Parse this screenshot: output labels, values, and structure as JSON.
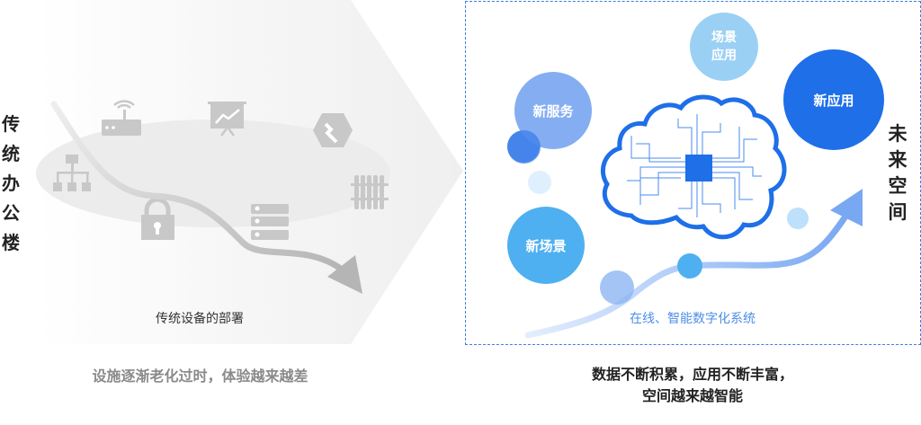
{
  "left": {
    "title": "传统办公楼",
    "device_caption": "传统设备的部署",
    "summary": "设施逐渐老化过时，体验越来越差",
    "icons": [
      "router-icon",
      "presentation-chart-icon",
      "wrench-hexagon-icon",
      "sitemap-icon",
      "lock-icon",
      "server-icon",
      "radiator-icon"
    ]
  },
  "right": {
    "title": "未来空间",
    "bubbles": {
      "scene_app_line1": "场景",
      "scene_app_line2": "应用",
      "new_service": "新服务",
      "new_scene": "新场景",
      "new_app": "新应用"
    },
    "curve_caption": "在线、智能数字化系统",
    "summary_line1": "数据不断积累，应用不断丰富，",
    "summary_line2": "空间越来越智能"
  },
  "colors": {
    "accent": "#1e6fe8",
    "light_blue": "#4eb0f0",
    "gray_icon": "#c8c8c8"
  }
}
